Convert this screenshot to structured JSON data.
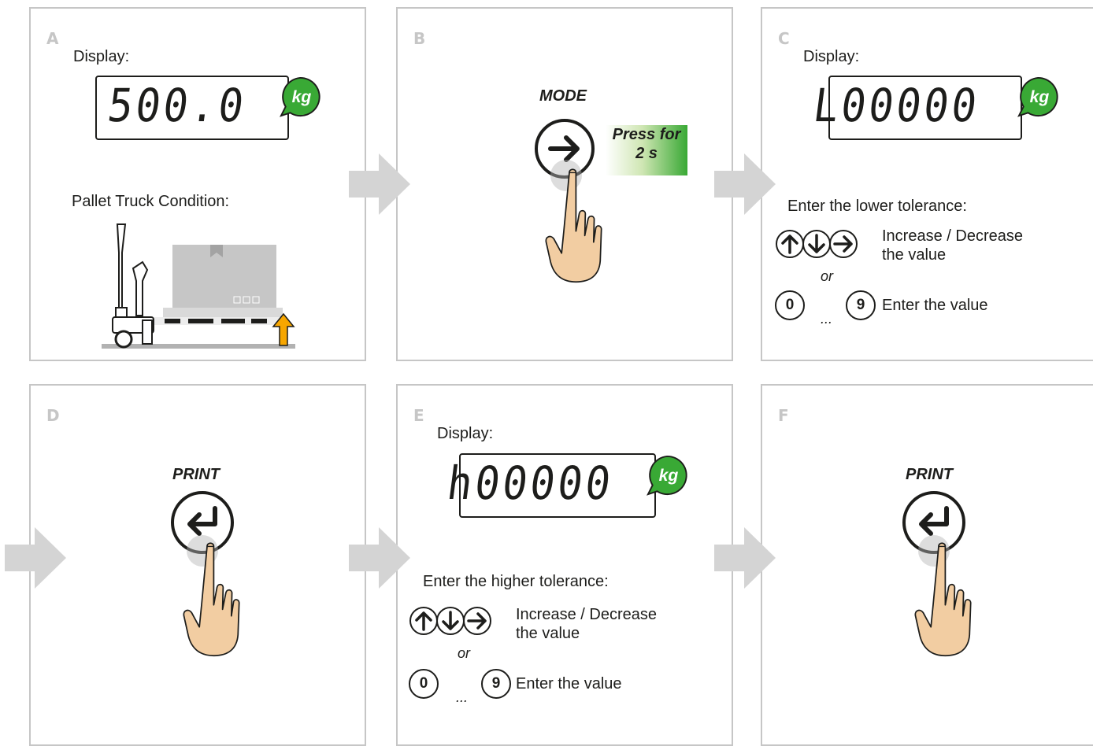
{
  "colors": {
    "accent_green": "#39a935",
    "panel_border": "#c6c6c6",
    "arrow_gray": "#d4d4d4",
    "skin": "#f2cda2",
    "orange": "#f7a600"
  },
  "panels": {
    "a": {
      "letter": "A",
      "display_label": "Display:",
      "display_value": "500.0",
      "unit": "kg",
      "condition_label": "Pallet Truck Condition:"
    },
    "b": {
      "letter": "B",
      "key_label": "MODE",
      "press_line1": "Press for",
      "press_line2": "2 s"
    },
    "c": {
      "letter": "C",
      "display_label": "Display:",
      "display_value": "L00000",
      "unit": "kg",
      "instruction": "Enter the lower tolerance:",
      "arrows_text_1": "Increase / Decrease",
      "arrows_text_2": "the value",
      "or": "or",
      "digit_0": "0",
      "ellipsis": "...",
      "digit_9": "9",
      "digits_text": "Enter the value"
    },
    "d": {
      "letter": "D",
      "key_label": "PRINT"
    },
    "e": {
      "letter": "E",
      "display_label": "Display:",
      "display_value": "h00000",
      "unit": "kg",
      "instruction": "Enter the higher tolerance:",
      "arrows_text_1": "Increase / Decrease",
      "arrows_text_2": "the value",
      "or": "or",
      "digit_0": "0",
      "ellipsis": "...",
      "digit_9": "9",
      "digits_text": "Enter the value"
    },
    "f": {
      "letter": "F",
      "key_label": "PRINT"
    }
  },
  "icons": [
    "step-arrow-icon",
    "kg-bubble-icon",
    "right-arrow-key-icon",
    "enter-key-icon",
    "pointing-hand-icon",
    "up-arrow-key-icon",
    "down-arrow-key-icon",
    "pallet-truck-icon",
    "lift-up-arrow-icon"
  ]
}
